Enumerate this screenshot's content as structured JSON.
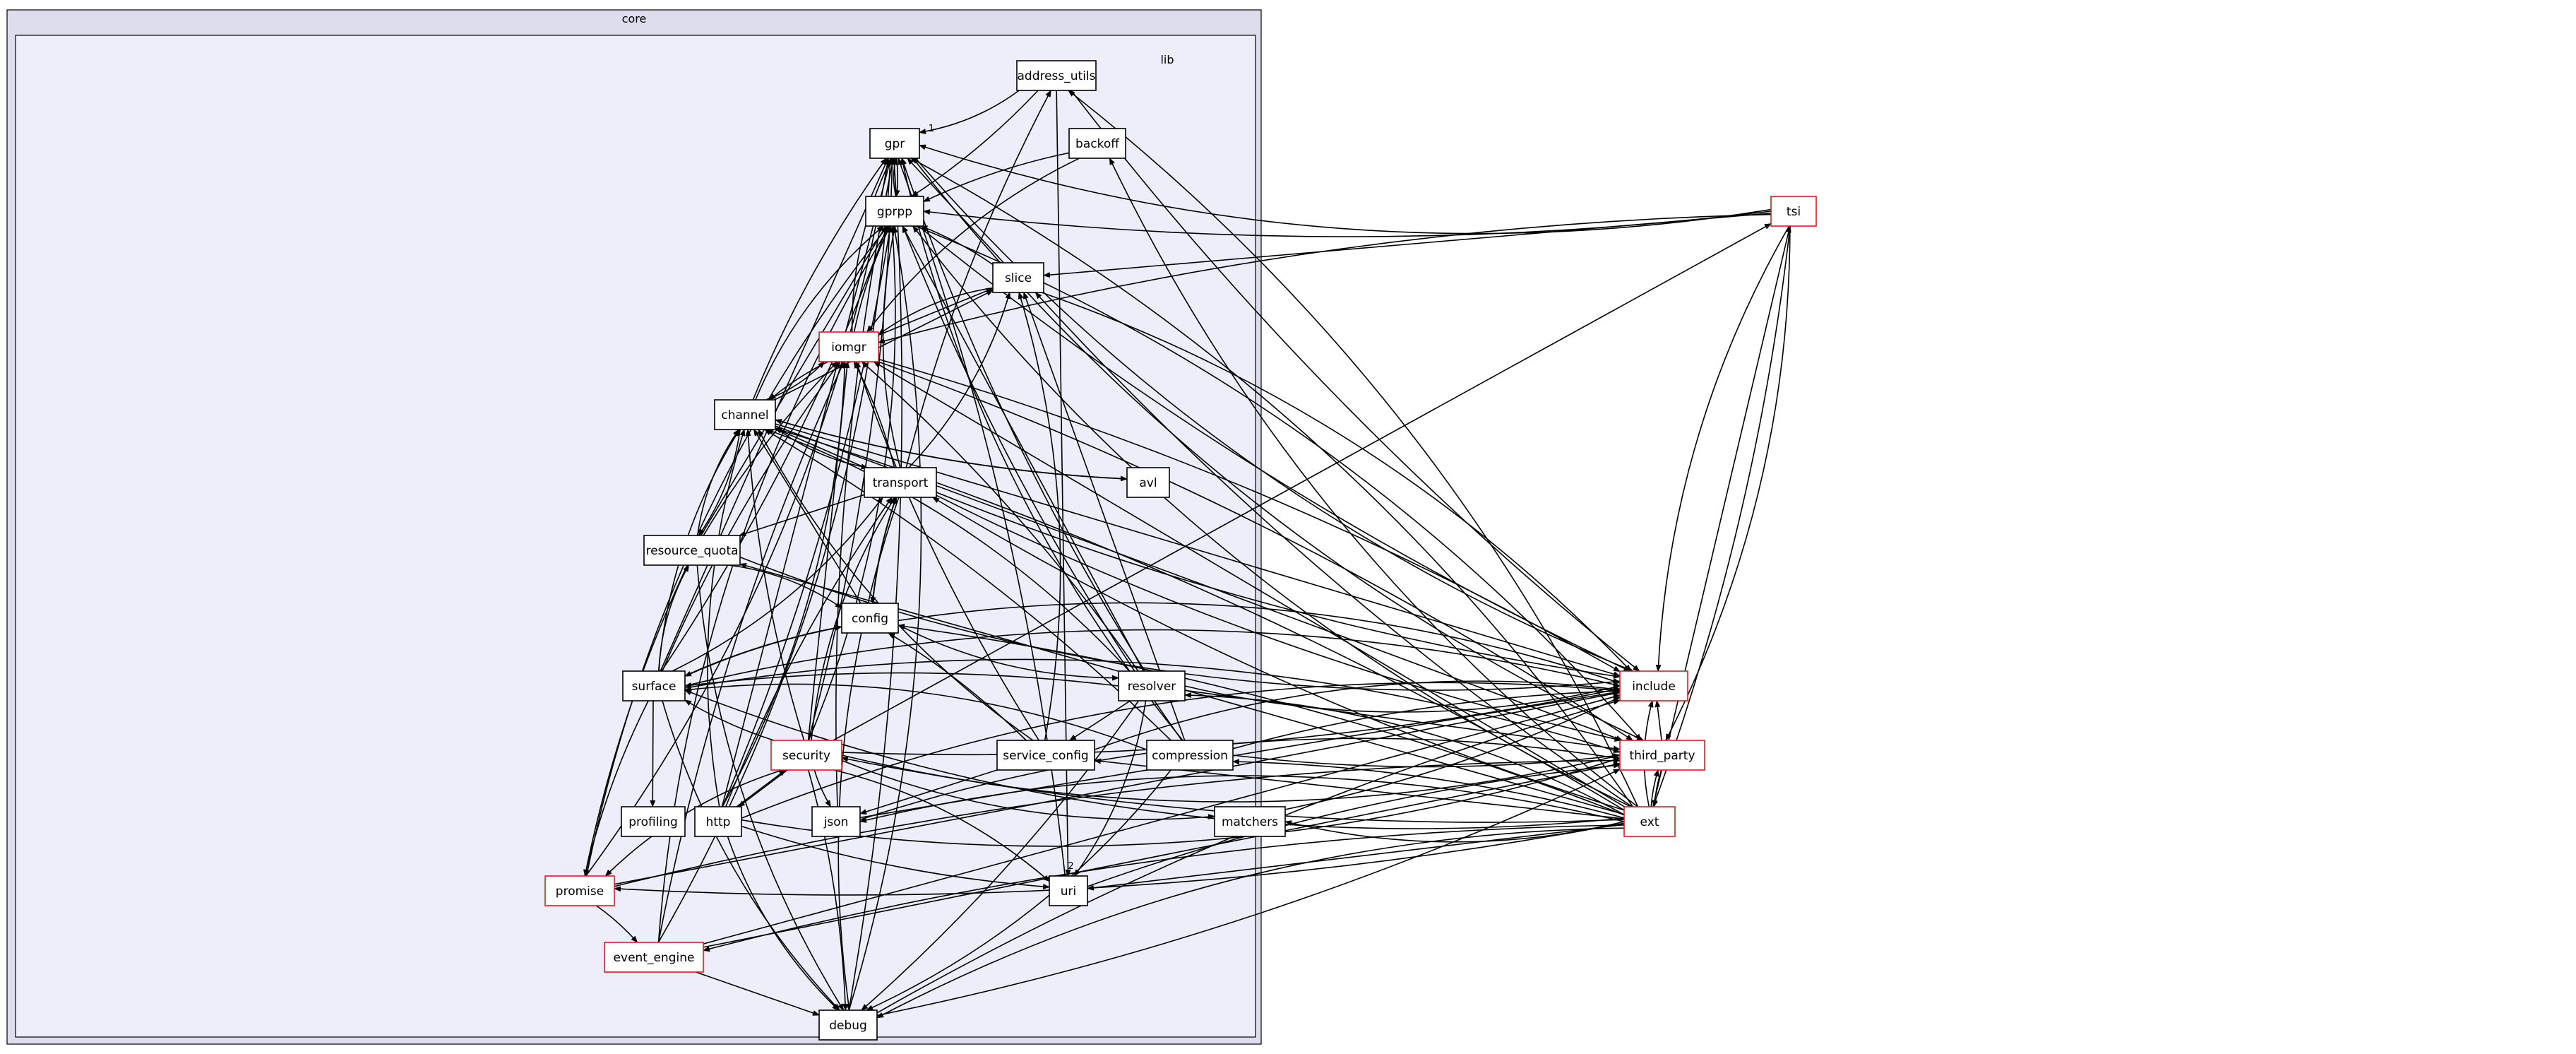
{
  "clusters": {
    "outer": {
      "label": "core"
    },
    "inner": {
      "label": "lib"
    }
  },
  "nodes": [
    {
      "id": "address_utils",
      "label": "address_utils",
      "border": "#000000"
    },
    {
      "id": "gpr",
      "label": "gpr",
      "border": "#000000"
    },
    {
      "id": "backoff",
      "label": "backoff",
      "border": "#000000"
    },
    {
      "id": "gprpp",
      "label": "gprpp",
      "border": "#000000"
    },
    {
      "id": "slice",
      "label": "slice",
      "border": "#000000"
    },
    {
      "id": "iomgr",
      "label": "iomgr",
      "border": "#e31a1c"
    },
    {
      "id": "channel",
      "label": "channel",
      "border": "#000000"
    },
    {
      "id": "avl",
      "label": "avl",
      "border": "#000000"
    },
    {
      "id": "transport",
      "label": "transport",
      "border": "#000000"
    },
    {
      "id": "resource_quota",
      "label": "resource_quota",
      "border": "#000000"
    },
    {
      "id": "config",
      "label": "config",
      "border": "#000000"
    },
    {
      "id": "resolver",
      "label": "resolver",
      "border": "#000000"
    },
    {
      "id": "surface",
      "label": "surface",
      "border": "#000000"
    },
    {
      "id": "security",
      "label": "security",
      "border": "#e31a1c"
    },
    {
      "id": "service_config",
      "label": "service_config",
      "border": "#000000"
    },
    {
      "id": "compression",
      "label": "compression",
      "border": "#000000"
    },
    {
      "id": "profiling",
      "label": "profiling",
      "border": "#000000"
    },
    {
      "id": "http",
      "label": "http",
      "border": "#000000"
    },
    {
      "id": "json",
      "label": "json",
      "border": "#000000"
    },
    {
      "id": "matchers",
      "label": "matchers",
      "border": "#000000"
    },
    {
      "id": "promise",
      "label": "promise",
      "border": "#e31a1c"
    },
    {
      "id": "uri",
      "label": "uri",
      "border": "#000000"
    },
    {
      "id": "event_engine",
      "label": "event_engine",
      "border": "#e31a1c"
    },
    {
      "id": "debug",
      "label": "debug",
      "border": "#000000"
    },
    {
      "id": "tsi",
      "label": "tsi",
      "border": "#e31a1c"
    },
    {
      "id": "include",
      "label": "include",
      "border": "#e31a1c"
    },
    {
      "id": "third_party",
      "label": "third_party",
      "border": "#e31a1c"
    },
    {
      "id": "ext",
      "label": "ext",
      "border": "#e31a1c"
    }
  ],
  "edges": [
    {
      "from": "address_utils",
      "to": "gpr",
      "label": "1"
    },
    {
      "from": "address_utils",
      "to": "gprpp",
      "label": ""
    },
    {
      "from": "address_utils",
      "to": "uri",
      "label": "2"
    },
    {
      "from": "backoff",
      "to": "gprpp",
      "label": ""
    },
    {
      "from": "backoff",
      "to": "iomgr",
      "label": ""
    },
    {
      "from": "gprpp",
      "to": "gpr",
      "label": ""
    },
    {
      "from": "gpr",
      "to": "gprpp",
      "label": ""
    },
    {
      "from": "slice",
      "to": "gpr",
      "label": ""
    },
    {
      "from": "slice",
      "to": "gprpp",
      "label": ""
    },
    {
      "from": "slice",
      "to": "iomgr",
      "label": ""
    },
    {
      "from": "iomgr",
      "to": "gpr",
      "label": ""
    },
    {
      "from": "iomgr",
      "to": "gprpp",
      "label": ""
    },
    {
      "from": "iomgr",
      "to": "slice",
      "label": ""
    },
    {
      "from": "iomgr",
      "to": "channel",
      "label": ""
    },
    {
      "from": "channel",
      "to": "iomgr",
      "label": ""
    },
    {
      "from": "channel",
      "to": "gprpp",
      "label": ""
    },
    {
      "from": "channel",
      "to": "gpr",
      "label": ""
    },
    {
      "from": "channel",
      "to": "slice",
      "label": ""
    },
    {
      "from": "channel",
      "to": "avl",
      "label": ""
    },
    {
      "from": "channel",
      "to": "transport",
      "label": ""
    },
    {
      "from": "channel",
      "to": "resource_quota",
      "label": ""
    },
    {
      "from": "avl",
      "to": "channel",
      "label": ""
    },
    {
      "from": "transport",
      "to": "channel",
      "label": ""
    },
    {
      "from": "transport",
      "to": "iomgr",
      "label": ""
    },
    {
      "from": "transport",
      "to": "slice",
      "label": ""
    },
    {
      "from": "transport",
      "to": "gprpp",
      "label": ""
    },
    {
      "from": "transport",
      "to": "address_utils",
      "label": ""
    },
    {
      "from": "transport",
      "to": "resource_quota",
      "label": ""
    },
    {
      "from": "transport",
      "to": "config",
      "label": ""
    },
    {
      "from": "transport",
      "to": "debug",
      "label": ""
    },
    {
      "from": "resource_quota",
      "to": "channel",
      "label": ""
    },
    {
      "from": "resource_quota",
      "to": "iomgr",
      "label": ""
    },
    {
      "from": "resource_quota",
      "to": "gprpp",
      "label": ""
    },
    {
      "from": "resource_quota",
      "to": "promise",
      "label": ""
    },
    {
      "from": "resource_quota",
      "to": "debug",
      "label": ""
    },
    {
      "from": "resource_quota",
      "to": "config",
      "label": ""
    },
    {
      "from": "config",
      "to": "transport",
      "label": ""
    },
    {
      "from": "config",
      "to": "channel",
      "label": ""
    },
    {
      "from": "config",
      "to": "surface",
      "label": ""
    },
    {
      "from": "config",
      "to": "resolver",
      "label": ""
    },
    {
      "from": "config",
      "to": "include",
      "label": ""
    },
    {
      "from": "resolver",
      "to": "gpr",
      "label": ""
    },
    {
      "from": "resolver",
      "to": "gprpp",
      "label": ""
    },
    {
      "from": "resolver",
      "to": "iomgr",
      "label": ""
    },
    {
      "from": "resolver",
      "to": "channel",
      "label": ""
    },
    {
      "from": "resolver",
      "to": "uri",
      "label": ""
    },
    {
      "from": "resolver",
      "to": "debug",
      "label": ""
    },
    {
      "from": "resolver",
      "to": "service_config",
      "label": ""
    },
    {
      "from": "resolver",
      "to": "surface",
      "label": ""
    },
    {
      "from": "resolver",
      "to": "include",
      "label": ""
    },
    {
      "from": "surface",
      "to": "channel",
      "label": ""
    },
    {
      "from": "surface",
      "to": "iomgr",
      "label": ""
    },
    {
      "from": "surface",
      "to": "gpr",
      "label": ""
    },
    {
      "from": "surface",
      "to": "gprpp",
      "label": ""
    },
    {
      "from": "surface",
      "to": "transport",
      "label": ""
    },
    {
      "from": "surface",
      "to": "resource_quota",
      "label": ""
    },
    {
      "from": "surface",
      "to": "config",
      "label": ""
    },
    {
      "from": "surface",
      "to": "profiling",
      "label": ""
    },
    {
      "from": "surface",
      "to": "promise",
      "label": ""
    },
    {
      "from": "surface",
      "to": "debug",
      "label": ""
    },
    {
      "from": "surface",
      "to": "include",
      "label": ""
    },
    {
      "from": "security",
      "to": "channel",
      "label": ""
    },
    {
      "from": "security",
      "to": "iomgr",
      "label": ""
    },
    {
      "from": "security",
      "to": "gpr",
      "label": ""
    },
    {
      "from": "security",
      "to": "gprpp",
      "label": ""
    },
    {
      "from": "security",
      "to": "transport",
      "label": ""
    },
    {
      "from": "security",
      "to": "surface",
      "label": ""
    },
    {
      "from": "security",
      "to": "http",
      "label": ""
    },
    {
      "from": "security",
      "to": "json",
      "label": ""
    },
    {
      "from": "security",
      "to": "promise",
      "label": ""
    },
    {
      "from": "security",
      "to": "uri",
      "label": ""
    },
    {
      "from": "security",
      "to": "debug",
      "label": ""
    },
    {
      "from": "security",
      "to": "tsi",
      "label": ""
    },
    {
      "from": "security",
      "to": "include",
      "label": ""
    },
    {
      "from": "security",
      "to": "matchers",
      "label": ""
    },
    {
      "from": "service_config",
      "to": "channel",
      "label": ""
    },
    {
      "from": "service_config",
      "to": "iomgr",
      "label": ""
    },
    {
      "from": "service_config",
      "to": "json",
      "label": ""
    },
    {
      "from": "service_config",
      "to": "config",
      "label": ""
    },
    {
      "from": "service_config",
      "to": "slice",
      "label": ""
    },
    {
      "from": "compression",
      "to": "gpr",
      "label": ""
    },
    {
      "from": "compression",
      "to": "gprpp",
      "label": ""
    },
    {
      "from": "compression",
      "to": "slice",
      "label": ""
    },
    {
      "from": "compression",
      "to": "channel",
      "label": ""
    },
    {
      "from": "compression",
      "to": "surface",
      "label": ""
    },
    {
      "from": "compression",
      "to": "debug",
      "label": ""
    },
    {
      "from": "compression",
      "to": "include",
      "label": ""
    },
    {
      "from": "http",
      "to": "gpr",
      "label": ""
    },
    {
      "from": "http",
      "to": "gprpp",
      "label": ""
    },
    {
      "from": "http",
      "to": "iomgr",
      "label": ""
    },
    {
      "from": "http",
      "to": "channel",
      "label": ""
    },
    {
      "from": "http",
      "to": "transport",
      "label": ""
    },
    {
      "from": "http",
      "to": "security",
      "label": ""
    },
    {
      "from": "http",
      "to": "uri",
      "label": ""
    },
    {
      "from": "http",
      "to": "debug",
      "label": ""
    },
    {
      "from": "http",
      "to": "include",
      "label": ""
    },
    {
      "from": "json",
      "to": "gpr",
      "label": ""
    },
    {
      "from": "json",
      "to": "include",
      "label": ""
    },
    {
      "from": "matchers",
      "to": "include",
      "label": ""
    },
    {
      "from": "promise",
      "to": "gpr",
      "label": ""
    },
    {
      "from": "promise",
      "to": "gprpp",
      "label": ""
    },
    {
      "from": "promise",
      "to": "event_engine",
      "label": ""
    },
    {
      "from": "promise",
      "to": "include",
      "label": ""
    },
    {
      "from": "uri",
      "to": "gpr",
      "label": ""
    },
    {
      "from": "event_engine",
      "to": "gpr",
      "label": ""
    },
    {
      "from": "event_engine",
      "to": "gprpp",
      "label": ""
    },
    {
      "from": "event_engine",
      "to": "iomgr",
      "label": ""
    },
    {
      "from": "event_engine",
      "to": "debug",
      "label": ""
    },
    {
      "from": "debug",
      "to": "gpr",
      "label": ""
    },
    {
      "from": "debug",
      "to": "gprpp",
      "label": ""
    },
    {
      "from": "tsi",
      "to": "gpr",
      "label": ""
    },
    {
      "from": "tsi",
      "to": "gprpp",
      "label": ""
    },
    {
      "from": "tsi",
      "to": "slice",
      "label": ""
    },
    {
      "from": "tsi",
      "to": "iomgr",
      "label": ""
    },
    {
      "from": "tsi",
      "to": "include",
      "label": ""
    },
    {
      "from": "tsi",
      "to": "third_party",
      "label": ""
    },
    {
      "from": "tsi",
      "to": "ext",
      "label": ""
    },
    {
      "from": "third_party",
      "to": "include",
      "label": ""
    },
    {
      "from": "third_party",
      "to": "ext",
      "label": ""
    },
    {
      "from": "ext",
      "to": "gpr",
      "label": ""
    },
    {
      "from": "ext",
      "to": "gprpp",
      "label": ""
    },
    {
      "from": "ext",
      "to": "slice",
      "label": ""
    },
    {
      "from": "ext",
      "to": "iomgr",
      "label": ""
    },
    {
      "from": "ext",
      "to": "channel",
      "label": ""
    },
    {
      "from": "ext",
      "to": "address_utils",
      "label": ""
    },
    {
      "from": "ext",
      "to": "backoff",
      "label": ""
    },
    {
      "from": "ext",
      "to": "transport",
      "label": ""
    },
    {
      "from": "ext",
      "to": "resource_quota",
      "label": ""
    },
    {
      "from": "ext",
      "to": "config",
      "label": ""
    },
    {
      "from": "ext",
      "to": "resolver",
      "label": ""
    },
    {
      "from": "ext",
      "to": "surface",
      "label": ""
    },
    {
      "from": "ext",
      "to": "security",
      "label": ""
    },
    {
      "from": "ext",
      "to": "service_config",
      "label": ""
    },
    {
      "from": "ext",
      "to": "compression",
      "label": ""
    },
    {
      "from": "ext",
      "to": "json",
      "label": ""
    },
    {
      "from": "ext",
      "to": "matchers",
      "label": ""
    },
    {
      "from": "ext",
      "to": "promise",
      "label": ""
    },
    {
      "from": "ext",
      "to": "uri",
      "label": ""
    },
    {
      "from": "ext",
      "to": "event_engine",
      "label": ""
    },
    {
      "from": "ext",
      "to": "debug",
      "label": ""
    },
    {
      "from": "ext",
      "to": "include",
      "label": ""
    },
    {
      "from": "ext",
      "to": "third_party",
      "label": ""
    },
    {
      "from": "ext",
      "to": "tsi",
      "label": ""
    },
    {
      "from": "gprpp",
      "to": "include",
      "label": ""
    },
    {
      "from": "gpr",
      "to": "include",
      "label": ""
    },
    {
      "from": "slice",
      "to": "include",
      "label": ""
    },
    {
      "from": "iomgr",
      "to": "include",
      "label": ""
    },
    {
      "from": "channel",
      "to": "include",
      "label": ""
    },
    {
      "from": "transport",
      "to": "include",
      "label": ""
    },
    {
      "from": "resource_quota",
      "to": "include",
      "label": ""
    },
    {
      "from": "service_config",
      "to": "include",
      "label": ""
    },
    {
      "from": "debug",
      "to": "include",
      "label": ""
    },
    {
      "from": "event_engine",
      "to": "include",
      "label": ""
    },
    {
      "from": "address_utils",
      "to": "include",
      "label": ""
    },
    {
      "from": "gpr",
      "to": "third_party",
      "label": ""
    },
    {
      "from": "gprpp",
      "to": "third_party",
      "label": ""
    },
    {
      "from": "iomgr",
      "to": "third_party",
      "label": ""
    },
    {
      "from": "channel",
      "to": "third_party",
      "label": ""
    },
    {
      "from": "transport",
      "to": "third_party",
      "label": ""
    },
    {
      "from": "security",
      "to": "third_party",
      "label": ""
    },
    {
      "from": "surface",
      "to": "third_party",
      "label": ""
    },
    {
      "from": "promise",
      "to": "third_party",
      "label": ""
    },
    {
      "from": "event_engine",
      "to": "third_party",
      "label": ""
    },
    {
      "from": "debug",
      "to": "third_party",
      "label": ""
    },
    {
      "from": "http",
      "to": "third_party",
      "label": ""
    },
    {
      "from": "json",
      "to": "third_party",
      "label": ""
    },
    {
      "from": "uri",
      "to": "third_party",
      "label": ""
    },
    {
      "from": "resolver",
      "to": "third_party",
      "label": ""
    },
    {
      "from": "compression",
      "to": "third_party",
      "label": ""
    }
  ]
}
